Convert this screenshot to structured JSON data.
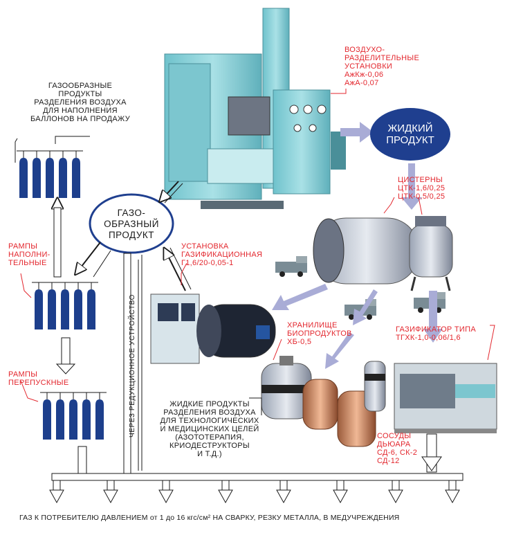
{
  "colors": {
    "red_text": "#e3262d",
    "blue_node": "#1f3f8f",
    "cylinder": "#1d3f8c",
    "line": "#1a1a1a",
    "arrow_fill": "#ffffff",
    "flow_arrow": "#a9acd6",
    "equipment": "#8fd0d6"
  },
  "labels": {
    "gas_products_for_sale": "ГАЗООБРАЗНЫЕ\nПРОДУКТЫ\nРАЗДЕЛЕНИЯ ВОЗДУХА\nДЛЯ НАПОЛНЕНИЯ\nБАЛЛОНОВ НА ПРОДАЖУ",
    "air_separation_units": "ВОЗДУХО-\nРАЗДЕЛИТЕЛЬНЫЕ\nУСТАНОВКИ\nАжКж-0,06\nАжА-0,07",
    "liquid_product": "ЖИДКИЙ\nПРОДУКТ",
    "gaseous_product": "ГАЗО-\nОБРАЗНЫЙ\nПРОДУКТ",
    "tanks": "ЦИСТЕРНЫ\nЦТК-1,6/0,25\nЦТК-0,5/0,25",
    "filling_ramps": "РАМПЫ\nНАПОЛНИ-\nТЕЛЬНЫЕ",
    "transfer_ramps": "РАМПЫ\nПЕРЕПУСКНЫЕ",
    "gasification_unit": "УСТАНОВКА\nГАЗИФИКАЦИОННАЯ\nГ1,6/20-0,05-1",
    "reducing_device": "через редукционное устройство",
    "bio_storage": "ХРАНИЛИЩЕ\nБИОПРОДУКТОВ\nХБ-0,5",
    "gasifier_type": "ГАЗИФИКАТОР ТИПА\nТГХК-1,0-0,06/1,6",
    "liquid_products_uses": "ЖИДКИЕ ПРОДУКТЫ\nРАЗДЕЛЕНИЯ ВОЗДУХА\nДЛЯ ТЕХНОЛОГИЧЕСКИХ\nИ МЕДИЦИНСКИХ ЦЕЛЕЙ\n(АЗОТОТЕРАПИЯ,\nКРИОДЕСТРУКТОРЫ\nИ Т.Д.)",
    "dewar_vessels": "СОСУДЫ\nДЬЮАРА\nСД-6, СК-2\nСД-12",
    "consumer_footer": "ГАЗ К ПОТРЕБИТЕЛЮ ДАВЛЕНИЕМ от 1 до 16 кгс/см² НА СВАРКУ, РЕЗКУ МЕТАЛЛА, В МЕДУЧРЕЖДЕНИЯ"
  }
}
